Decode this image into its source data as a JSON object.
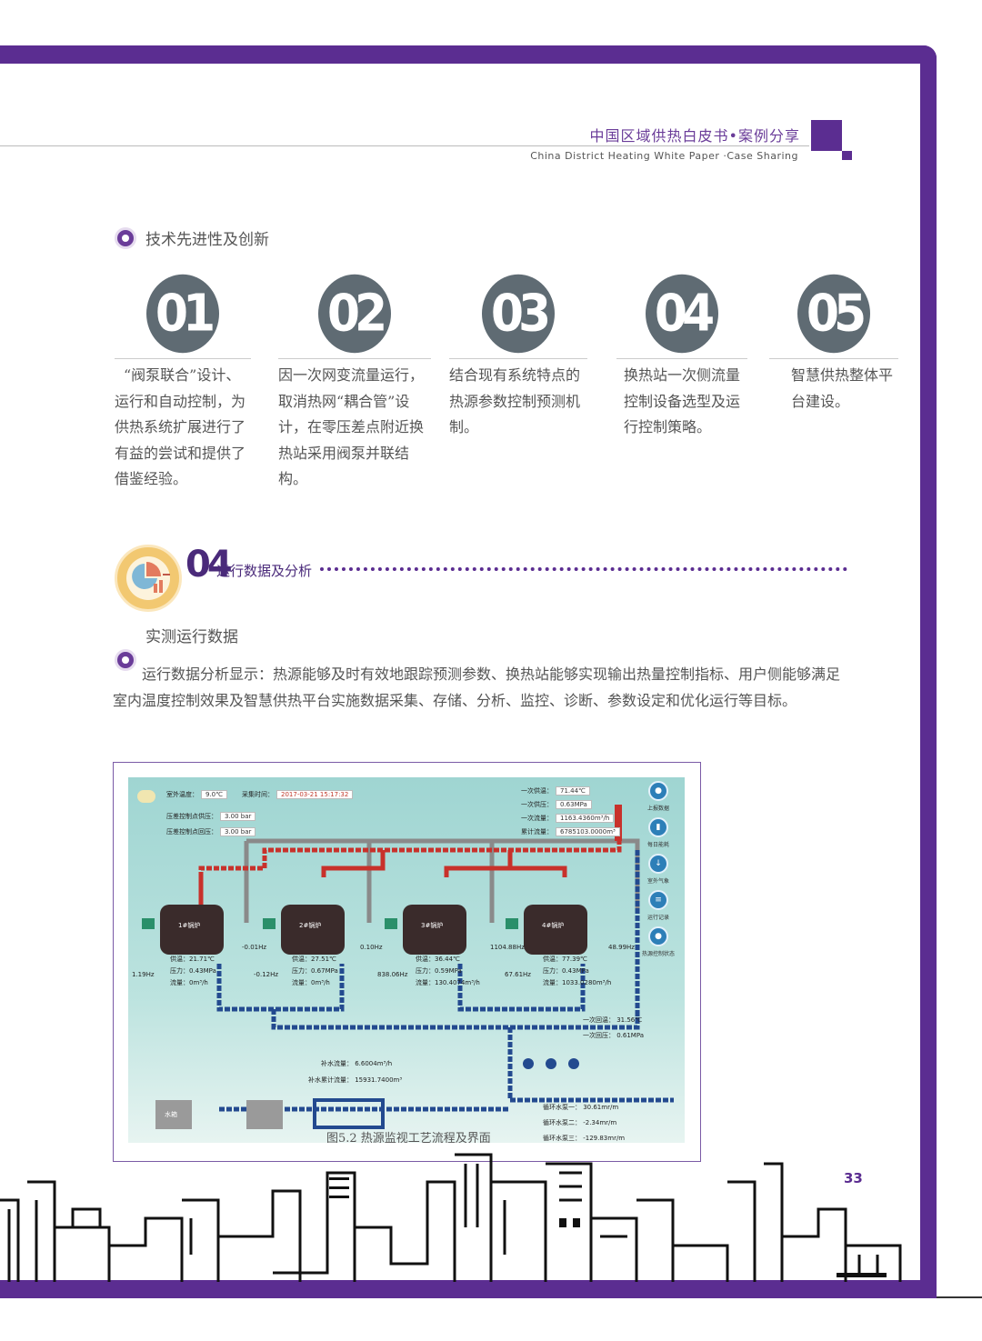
{
  "header": {
    "title_cn": "中国区域供热白皮书•案例分享",
    "title_en": "China District Heating White Paper ·Case Sharing"
  },
  "section1": {
    "heading": "技术先进性及创新",
    "items": [
      {
        "num": "01",
        "text": "“阀泵联合”设计、运行和自动控制，为供热系统扩展进行了有益的尝试和提供了借鉴经验。"
      },
      {
        "num": "02",
        "text": "因一次网变流量运行，取消热网“耦合管”设计，在零压差点附近换热站采用阀泵并联结构。"
      },
      {
        "num": "03",
        "text": "结合现有系统特点的热源参数控制预测机制。"
      },
      {
        "num": "04",
        "text": "换热站一次侧流量控制设备选型及运行控制策略。"
      },
      {
        "num": "05",
        "text": "智慧供热整体平台建设。"
      }
    ]
  },
  "chapter": {
    "number": "04",
    "title": "运行数据及分析"
  },
  "section2": {
    "subheading": "实测运行数据",
    "paragraph": "运行数据分析显示：热源能够及时有效地跟踪预测参数、换热站能够实现输出热量控制指标、用户侧能够满足室内温度控制效果及智慧供热平台实施数据采集、存储、分析、监控、诊断、参数设定和优化运行等目标。"
  },
  "figure": {
    "caption": "图5.2  热源监视工艺流程及界面",
    "top_left": {
      "outdoor_temp_label": "室外温度：",
      "outdoor_temp": "9.0℃",
      "time_label": "采集时间：",
      "time": "2017-03-21 15:17:32",
      "supply_p_label": "压差控制点供压：",
      "supply_p": "3.00 bar",
      "return_p_label": "压差控制点回压：",
      "return_p": "3.00 bar"
    },
    "top_right": [
      {
        "label": "一次供温：",
        "value": "71.44℃"
      },
      {
        "label": "一次供压：",
        "value": "0.63MPa"
      },
      {
        "label": "一次流量：",
        "value": "1163.4360m³/h"
      },
      {
        "label": "累计流量：",
        "value": "6785103.0000m³"
      }
    ],
    "side_buttons": [
      "上报数据",
      "每日能耗",
      "室外气象",
      "运行记录",
      "热源控制状态"
    ],
    "boilers": [
      {
        "name": "1#锅炉",
        "hz": "-0.01Hz",
        "pump_hz": "1.19Hz",
        "temp": "供温：21.71℃",
        "pressure": "压力：0.43MPa",
        "flow": "流量：0m³/h"
      },
      {
        "name": "2#锅炉",
        "hz": "0.10Hz",
        "pump_hz": "-0.12Hz",
        "temp": "供温：27.51℃",
        "pressure": "压力：0.67MPa",
        "flow": "流量：0m³/h"
      },
      {
        "name": "3#锅炉",
        "hz": "1104.88Hz",
        "pump_hz": "838.06Hz",
        "temp": "供温：36.44℃",
        "pressure": "压力：0.59MPa",
        "flow": "流量：130.4074m³/h"
      },
      {
        "name": "4#锅炉",
        "hz": "48.99Hz",
        "pump_hz": "67.61Hz",
        "temp": "供温：77.39℃",
        "pressure": "压力：0.43MPa",
        "flow": "流量：1033.0280m³/h"
      }
    ],
    "return_temp": "一次回温：  31.56℃",
    "return_pressure": "一次回压：  0.61MPa",
    "makeup_flow": "补水流量：  6.6004m³/h",
    "makeup_total": "补水累计流量：  15931.7400m³",
    "tank": "水箱",
    "circ_pumps": [
      "循环水泵一：  30.61mr/m",
      "循环水泵二：  -2.34mr/m",
      "循环水泵三：  -129.83mr/m"
    ]
  },
  "page_number": "33"
}
